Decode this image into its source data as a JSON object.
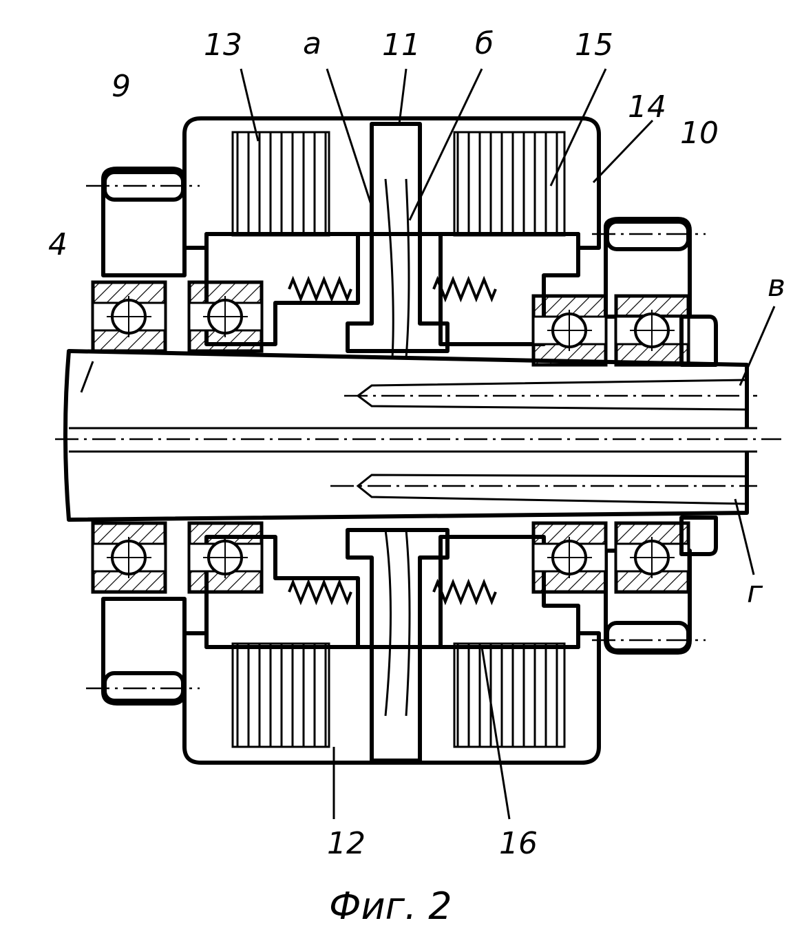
{
  "figure": {
    "caption": "Фиг. 2",
    "labels": {
      "n9": "9",
      "n13": "13",
      "a": "а",
      "n11": "11",
      "b": "б",
      "n15": "15",
      "n14": "14",
      "n10": "10",
      "n4": "4",
      "v": "в",
      "g": "г",
      "n12": "12",
      "n16": "16"
    }
  }
}
